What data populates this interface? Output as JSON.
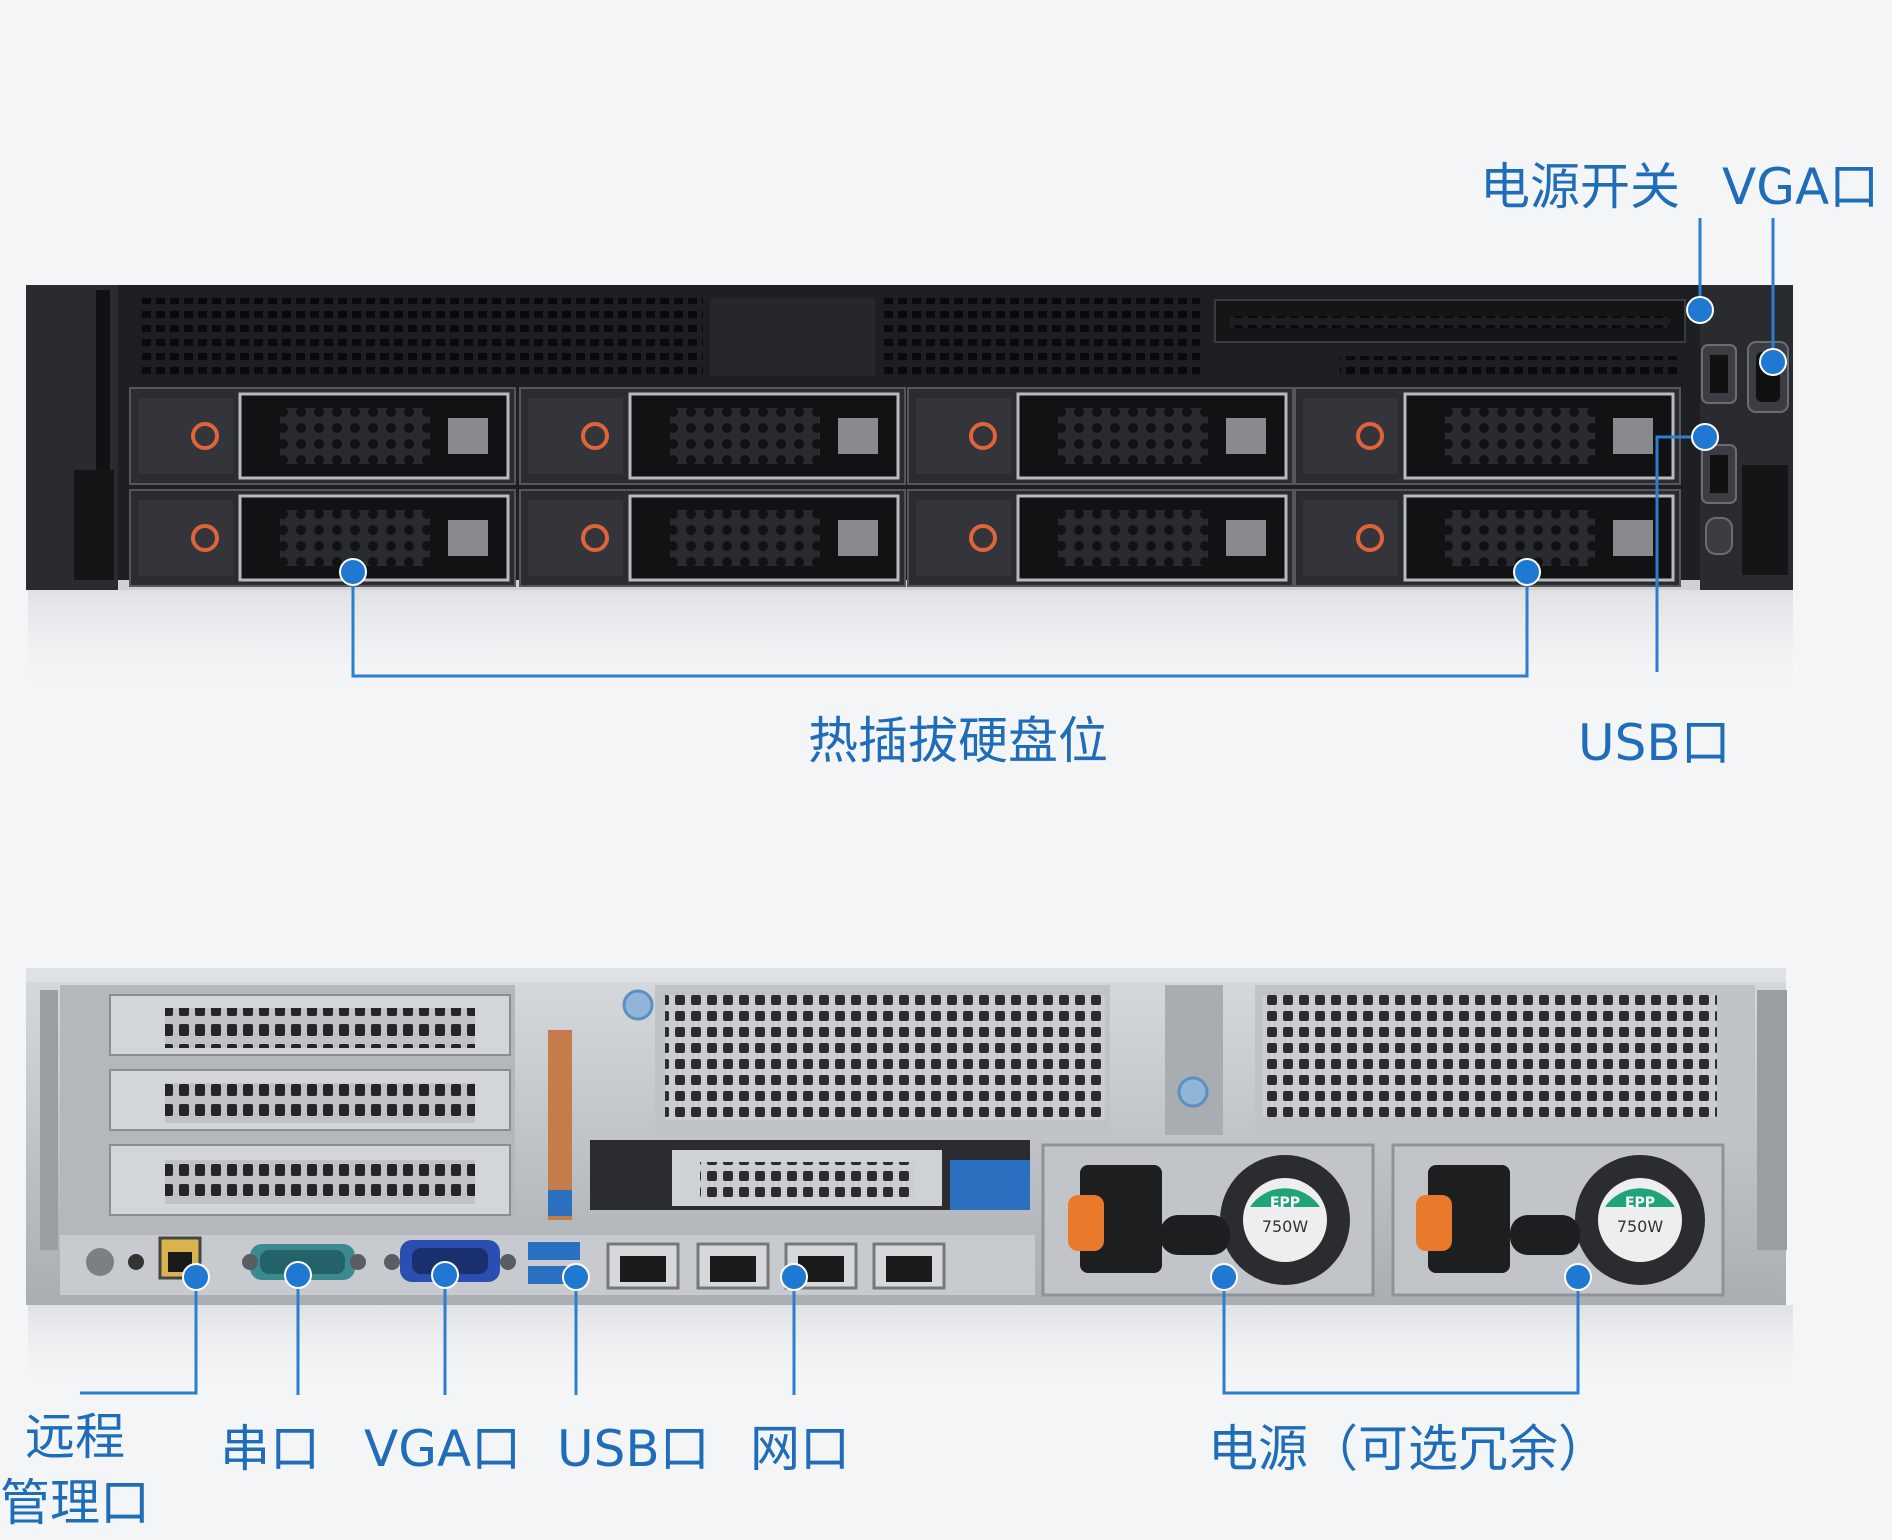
{
  "front_labels": {
    "power_switch": "电源开关",
    "vga_front": "VGA口",
    "hotswap_bays": "热插拔硬盘位",
    "usb_front": "USB口"
  },
  "rear_labels": {
    "remote_mgmt_line1": "远程",
    "remote_mgmt_line2": "管理口",
    "serial": "串口",
    "vga_rear": "VGA口",
    "usb_rear": "USB口",
    "network": "网口",
    "power_supply": "电源（可选冗余）"
  },
  "psu_badge": {
    "brand": "EPP",
    "wattage": "750W"
  },
  "colors": {
    "accent": "#1f6db8",
    "callout_line": "#2b7fd1",
    "chassis_dark": "#1e1f22",
    "chassis_silver": "#c4c8cc",
    "drive_orange": "#e0643a",
    "psu_green": "#1fa37a",
    "psu_orange": "#e97a2b"
  }
}
